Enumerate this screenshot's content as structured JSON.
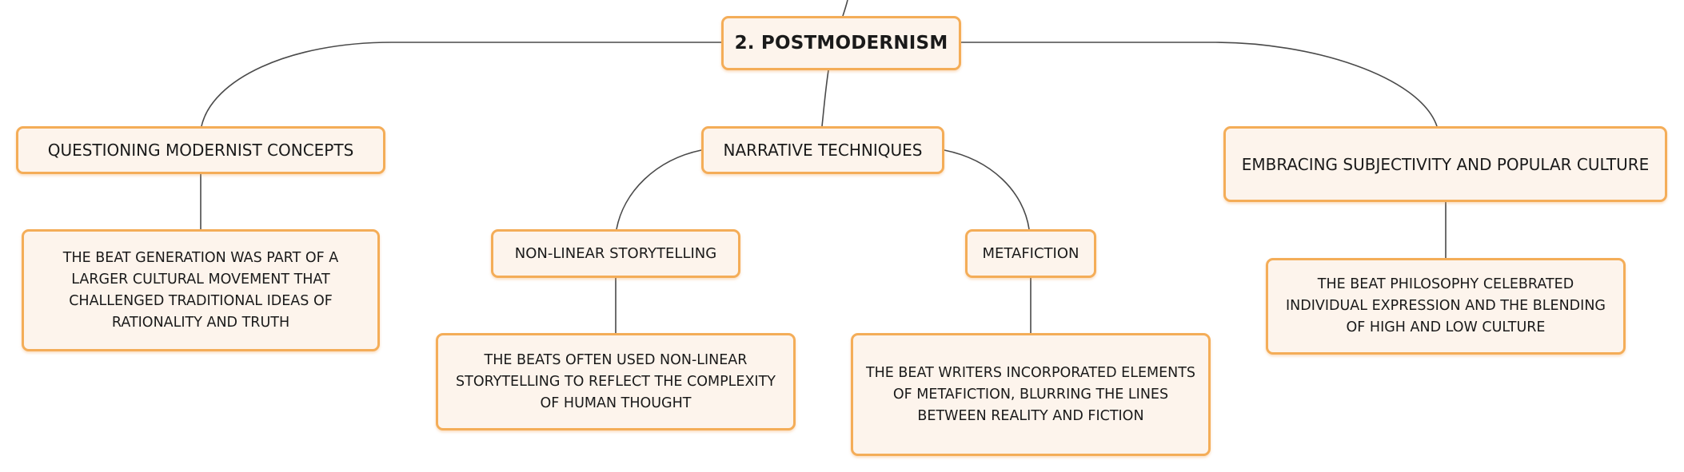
{
  "root": {
    "label": "2. POSTMODERNISM"
  },
  "branches": [
    {
      "label": "QUESTIONING MODERNIST CONCEPTS",
      "detail": "THE BEAT GENERATION WAS PART OF A LARGER CULTURAL MOVEMENT THAT CHALLENGED TRADITIONAL IDEAS OF RATIONALITY AND TRUTH"
    },
    {
      "label": "NARRATIVE TECHNIQUES",
      "subtopics": [
        {
          "label": "NON-LINEAR STORYTELLING",
          "detail": "THE BEATS OFTEN USED NON-LINEAR STORYTELLING TO REFLECT THE COMPLEXITY OF HUMAN THOUGHT"
        },
        {
          "label": "METAFICTION",
          "detail": "THE BEAT WRITERS INCORPORATED ELEMENTS OF METAFICTION, BLURRING THE LINES BETWEEN REALITY AND FICTION"
        }
      ]
    },
    {
      "label": "EMBRACING SUBJECTIVITY AND POPULAR CULTURE",
      "detail": "THE BEAT PHILOSOPHY CELEBRATED INDIVIDUAL EXPRESSION AND THE BLENDING OF HIGH AND LOW CULTURE"
    }
  ],
  "colors": {
    "node_border": "#f4ad58",
    "node_fill": "#fdf4ec",
    "connector": "#4a4a4a"
  }
}
